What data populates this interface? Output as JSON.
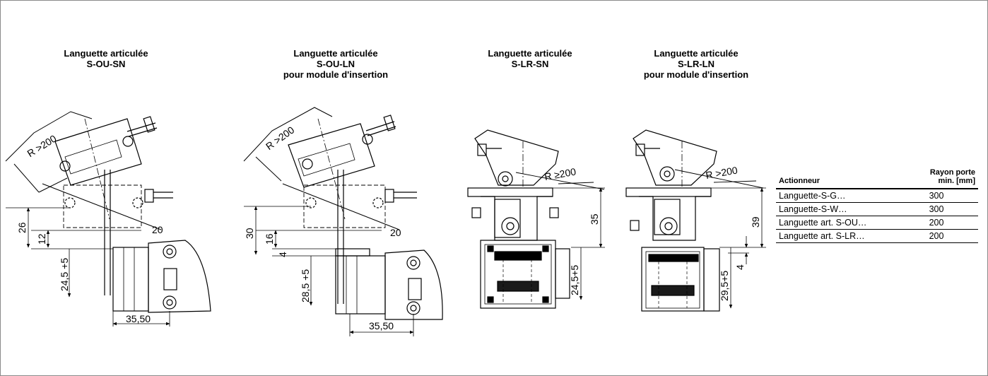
{
  "titles": [
    {
      "line1": "Languette articulée",
      "line2": "S-OU-SN",
      "line3": ""
    },
    {
      "line1": "Languette articulée",
      "line2": "S-OU-LN",
      "line3": "pour module d'insertion"
    },
    {
      "line1": "Languette articulée",
      "line2": "S-LR-SN",
      "line3": ""
    },
    {
      "line1": "Languette articulée",
      "line2": "S-LR-LN",
      "line3": "pour module d'insertion"
    }
  ],
  "dims": {
    "d1": {
      "radius": "R >200",
      "h26": "26",
      "h12": "12",
      "w20": "20",
      "h245": "24,5 +5",
      "w3550": "35,50"
    },
    "d2": {
      "radius": "R >200",
      "h30": "30",
      "h16": "16",
      "h4": "4",
      "w20": "20",
      "h285": "28,5 +5",
      "w3550": "35,50"
    },
    "d3": {
      "radius": "R ≥200",
      "h35": "35",
      "h245": "24,5+5"
    },
    "d4": {
      "radius": "R >200",
      "h39": "39",
      "h4": "4",
      "h295": "29,5+5"
    }
  },
  "table": {
    "header": {
      "col1": "Actionneur",
      "col2a": "Rayon porte",
      "col2b": "min. [mm]"
    },
    "rows": [
      {
        "name": "Languette-S-G…",
        "value": "300"
      },
      {
        "name": "Languette-S-W…",
        "value": "300"
      },
      {
        "name": "Languette art. S-OU…",
        "value": "200"
      },
      {
        "name": "Languette art. S-LR…",
        "value": "200"
      }
    ]
  }
}
